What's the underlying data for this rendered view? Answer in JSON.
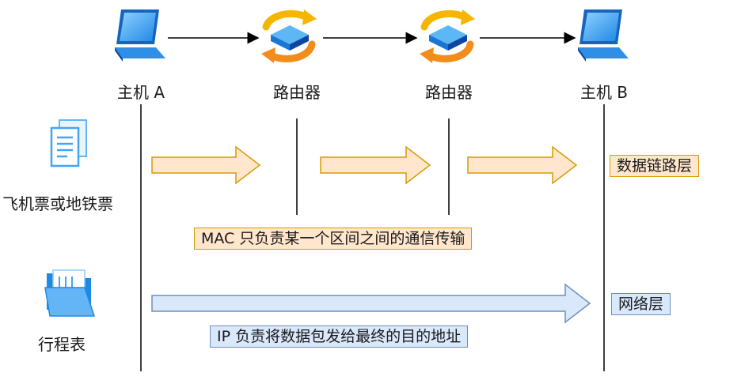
{
  "nodes": {
    "host_a": "主机 A",
    "router_1": "路由器",
    "router_2": "路由器",
    "host_b": "主机 B"
  },
  "side_labels": {
    "ticket": "飞机票或地铁票",
    "itinerary": "行程表"
  },
  "layers": {
    "data_link": "数据链路层",
    "network": "网络层"
  },
  "notes": {
    "mac": "MAC 只负责某一个区间之间的通信传输",
    "ip": "IP 负责将数据包发给最终的目的地址"
  },
  "icons": {
    "host": "laptop-icon",
    "router": "router-icon",
    "ticket": "document-icon",
    "itinerary": "folder-icon"
  },
  "colors": {
    "orange_fill": "#ffe6cc",
    "orange_stroke": "#d79b00",
    "blue_fill": "#dae8fc",
    "blue_stroke": "#6c8ebf"
  }
}
